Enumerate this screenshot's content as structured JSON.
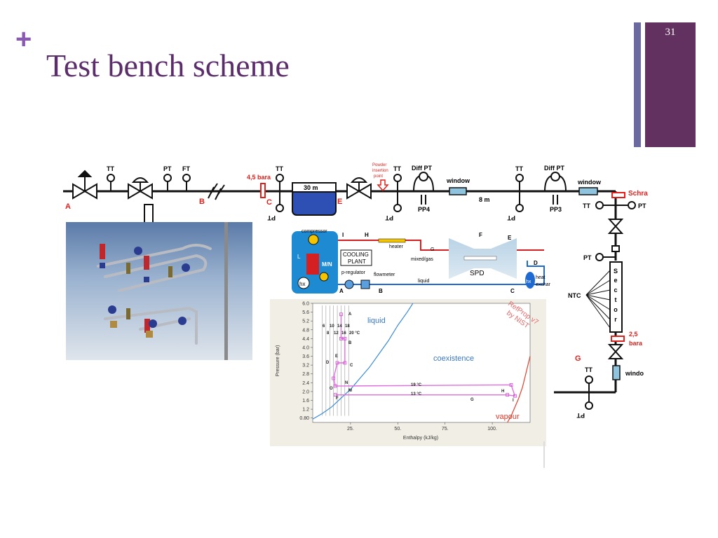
{
  "slide": {
    "plus_mark": "+",
    "title": "Test bench scheme",
    "number": "31"
  },
  "colors": {
    "title": "#5c2d6b",
    "accent_bar": "#63315f",
    "secondary_bar": "#6a6aa0",
    "red_label": "#e0201c",
    "pipe": "#111111"
  },
  "scheme": {
    "top_line": {
      "point_a": "A",
      "point_b": "B",
      "point_c": "C",
      "point_e": "E",
      "tt1": "TT",
      "pt1": "PT",
      "ft1": "FT",
      "pressure_label": "4,5 bara",
      "tt2": "TT",
      "pt2": "PT",
      "tank_label": "30 m",
      "powder_label_1": "Powder",
      "powder_label_2": "insertion",
      "powder_label_3": "point",
      "tt3": "TT",
      "pt3": "PT",
      "diff_pt_1": "Diff PT",
      "pp4": "PP4",
      "window_1": "window",
      "length_8m": "8 m",
      "tt4": "TT",
      "pt4": "PT",
      "diff_pt_2": "Diff PT",
      "pp3": "PP3",
      "window_2": "window",
      "schra": "Schra"
    },
    "right_column": {
      "tt_top": "TT",
      "pt_top": "PT",
      "pt_mid": "PT",
      "ntc": "NTC",
      "sector_letters": [
        "S",
        "e",
        "c",
        "t",
        "o",
        "r"
      ],
      "pressure_label_1": "2,5",
      "pressure_label_2": "bara",
      "point_g": "G",
      "tt_bottom": "TT",
      "pt_bottom": "PT",
      "window_bottom": "windo"
    },
    "cooling_diagram": {
      "compressor": "compressor",
      "l_label": "L",
      "mn_label": "M/N",
      "hx1": "hx",
      "cooling_plant_1": "COOLING",
      "cooling_plant_2": "PLANT",
      "p_regulator": "p-regulator",
      "flowmeter": "flowmeter",
      "heater": "heater",
      "mixed_gas": "mixed/gas",
      "liquid": "liquid",
      "spd": "SPD",
      "heat_exchanger_1": "heat",
      "heat_exchanger_2": "exchar",
      "hx2": "hx",
      "pt_i": "I",
      "pt_h": "H",
      "pt_g": "G",
      "pt_f": "F",
      "pt_e": "E",
      "pt_d": "D",
      "pt_c": "C",
      "pt_b": "B",
      "pt_a": "A"
    }
  },
  "chart_data": {
    "type": "line",
    "title": "",
    "xlabel": "Enthalpy (kJ/kg)",
    "ylabel": "Pressure (bar)",
    "x_ticks": [
      "25.",
      "50.",
      "75.",
      "100."
    ],
    "y_ticks": [
      "6.0",
      "5.6",
      "5.2",
      "4.8",
      "4.4",
      "4.0",
      "3.6",
      "3.2",
      "2.8",
      "2.4",
      "2.0",
      "1.6",
      "1.2",
      "0.80"
    ],
    "xlim": [
      5,
      120
    ],
    "ylim": [
      0.6,
      6.0
    ],
    "region_labels": [
      "liquid",
      "coexistence",
      "vapour"
    ],
    "watermark_1": "RefProp v7",
    "watermark_2": "by NIST",
    "isotherm_labels_top": [
      "6",
      "10",
      "14",
      "18"
    ],
    "isotherm_labels_bottom": [
      "8",
      "12",
      "16",
      "20 °C"
    ],
    "line_labels": [
      "19 °C",
      "13 °C"
    ],
    "point_labels": [
      "A",
      "B",
      "C",
      "D",
      "E",
      "N",
      "M",
      "O",
      "F",
      "G",
      "H",
      "I"
    ],
    "series": [
      {
        "name": "liquid",
        "x": [
          5,
          10,
          15,
          20,
          25,
          30,
          35,
          40,
          45,
          50,
          55,
          58
        ],
        "y": [
          0.75,
          1.0,
          1.3,
          1.7,
          2.1,
          2.6,
          3.1,
          3.7,
          4.3,
          5.0,
          5.6,
          6.0
        ]
      },
      {
        "name": "vapour",
        "x": [
          108,
          110,
          112,
          114,
          116,
          118,
          120
        ],
        "y": [
          0.6,
          0.9,
          1.3,
          1.7,
          2.2,
          2.9,
          3.6
        ]
      }
    ],
    "cycle": {
      "x": [
        20,
        20,
        22,
        22,
        18,
        16,
        17,
        110,
        112,
        108,
        17
      ],
      "y": [
        5.5,
        4.4,
        4.4,
        3.3,
        3.3,
        2.6,
        2.25,
        2.3,
        1.8,
        1.85,
        1.85
      ]
    },
    "isotherms_x": [
      10,
      12,
      14,
      16,
      18,
      20,
      22,
      24
    ]
  }
}
